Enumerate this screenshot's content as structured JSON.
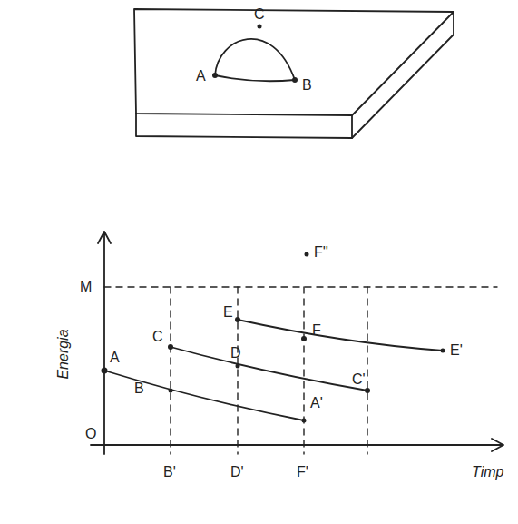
{
  "diagram": {
    "labels": [
      "C",
      "A",
      "B",
      "M",
      "O",
      "A",
      "B",
      "A'",
      "C",
      "D",
      "C'",
      "E",
      "F",
      "E'",
      "F''",
      "B'",
      "D'",
      "F'",
      "Energia",
      "Timp"
    ]
  }
}
